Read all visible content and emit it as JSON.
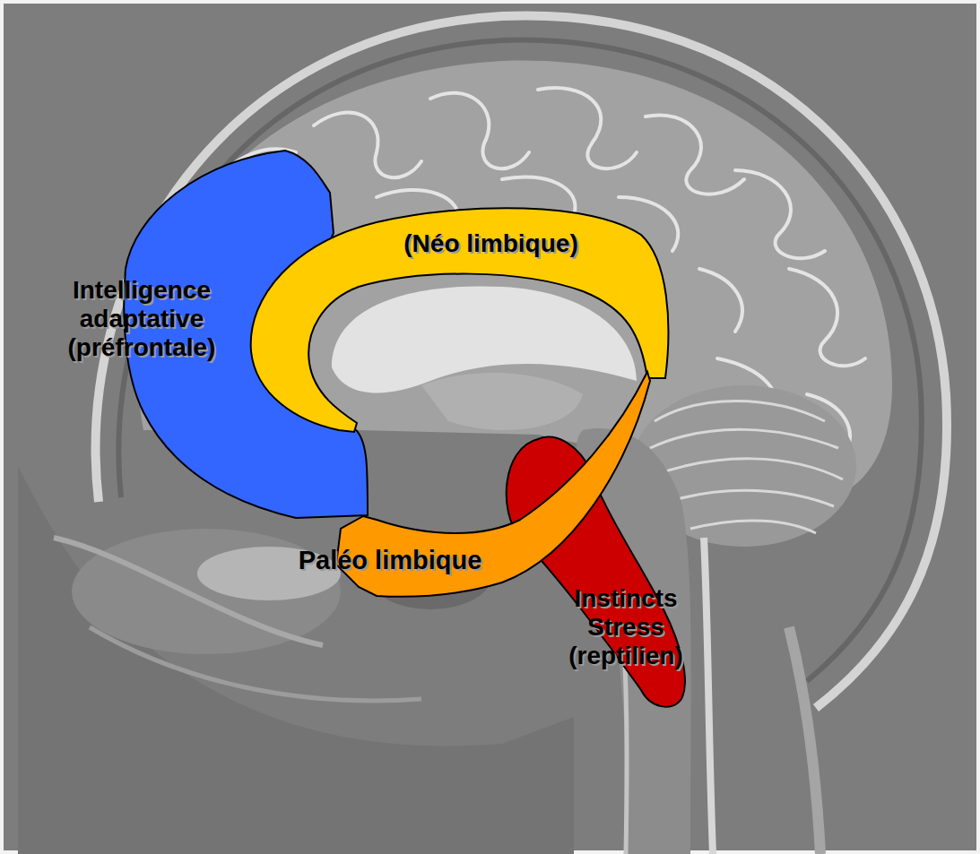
{
  "diagram": {
    "nodes": [
      {
        "text": [
          "Intelligence adaptative (préfrontale)"
        ]
      },
      {
        "text": [
          "(Néo limbique)"
        ]
      },
      {
        "text": [
          "Paléo limbique"
        ]
      },
      {
        "text": [
          "Instincts Stress (reptilien)"
        ]
      }
    ]
  }
}
